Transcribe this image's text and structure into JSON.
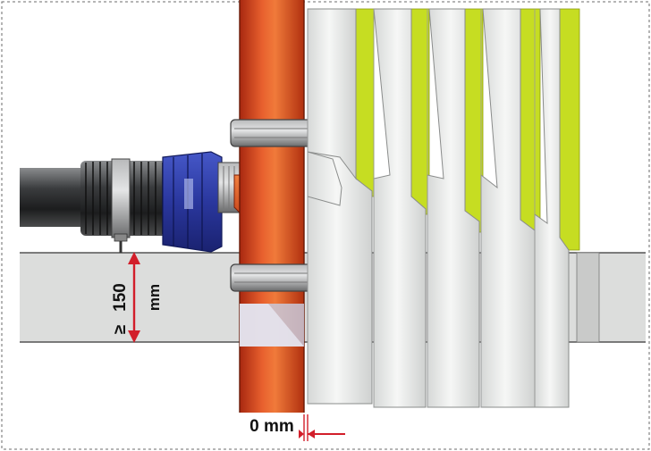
{
  "annotations": {
    "dimension_vertical_value": "150",
    "dimension_vertical_symbol": "≥",
    "dimension_vertical_unit": "mm",
    "dimension_horizontal": "0 mm"
  },
  "colors": {
    "pipe_light": "#e8542a",
    "pipe_dark": "#b83012",
    "clamp_blue": "#2c3ca8",
    "insulation_green": "#c6dd22",
    "insulation_white": "#eef0ef",
    "wall_grey": "#dcdddc",
    "dimension_red": "#d21e2a",
    "border_dash": "#666666"
  },
  "icons": [
    "hose-clamp-icon",
    "pipe-clip-icon",
    "dimension-arrow-icon"
  ]
}
